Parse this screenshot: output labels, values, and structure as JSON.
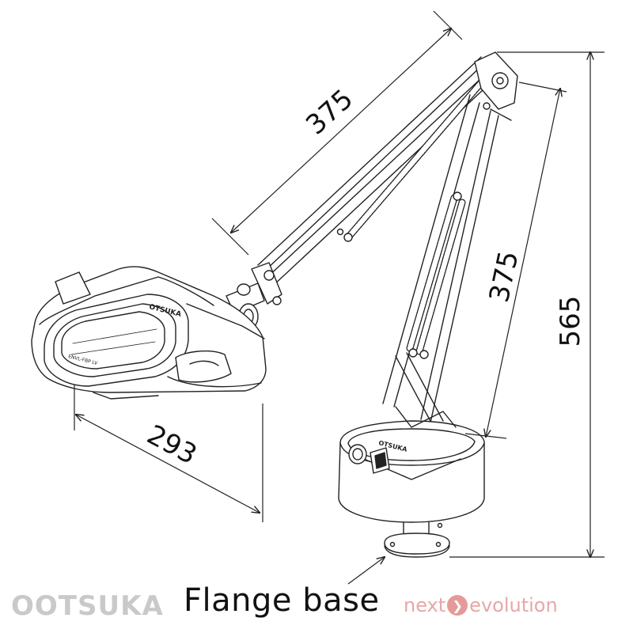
{
  "dimensions": {
    "upper_arm": "375",
    "lower_arm": "375",
    "total_height": "565",
    "head_width": "293"
  },
  "head": {
    "brand_label": "OTSUKA",
    "model_label": "ENVL-FBP LV"
  },
  "base": {
    "brand_label": "OTSUKA"
  },
  "caption": {
    "text": "Flange base"
  },
  "logos": {
    "left": "OOTSUKA",
    "right_part1": "next",
    "right_part2": "evolution"
  },
  "colors": {
    "line": "#222222",
    "logo_gray": "#c9c9c9",
    "logo_red": "#e59a9a"
  }
}
